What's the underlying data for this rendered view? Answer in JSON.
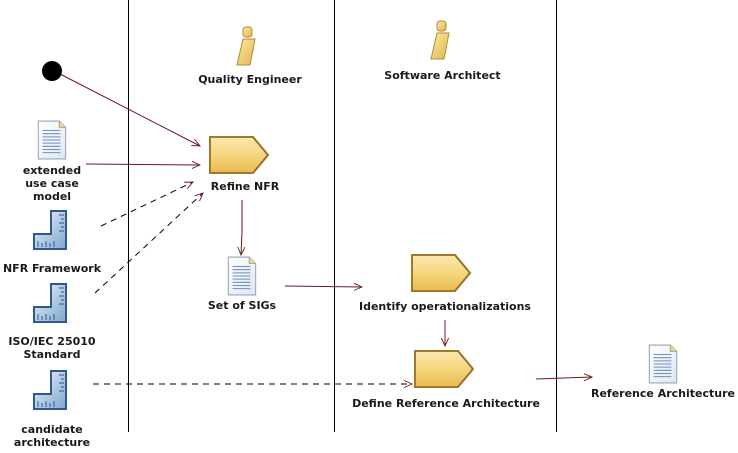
{
  "diagram": {
    "title": "",
    "lanes": [
      {
        "id": "lane-inputs",
        "label": ""
      },
      {
        "id": "lane-quality-engineer",
        "label": "Quality Engineer"
      },
      {
        "id": "lane-software-architect",
        "label": "Software Architect"
      },
      {
        "id": "lane-outputs",
        "label": ""
      }
    ],
    "roles": {
      "quality_engineer": "Quality Engineer",
      "software_architect": "Software Architect"
    },
    "start_node": {
      "label": ""
    },
    "inputs": {
      "extended_use_case_model": [
        "extended",
        "use case",
        "model"
      ],
      "nfr_framework": "NFR Framework",
      "iso_iec": [
        "ISO/IEC 25010",
        "Standard"
      ],
      "candidate_architecture": [
        "candidate",
        "architecture"
      ]
    },
    "activities": {
      "refine_nfr": "Refine NFR",
      "identify_operationalizations": "Identify operationalizations",
      "define_reference_architecture": "Define Reference Architecture"
    },
    "artifacts": {
      "set_of_sigs": "Set of SIGs",
      "reference_architecture": "Reference Architecture"
    },
    "edges": [
      {
        "from": "start",
        "to": "Refine NFR",
        "style": "solid"
      },
      {
        "from": "extended use case model",
        "to": "Refine NFR",
        "style": "solid"
      },
      {
        "from": "NFR Framework",
        "to": "Refine NFR",
        "style": "dashed"
      },
      {
        "from": "ISO/IEC 25010 Standard",
        "to": "Refine NFR",
        "style": "dashed"
      },
      {
        "from": "Refine NFR",
        "to": "Set of SIGs",
        "style": "solid"
      },
      {
        "from": "Set of SIGs",
        "to": "Identify operationalizations",
        "style": "solid"
      },
      {
        "from": "Identify operationalizations",
        "to": "Define Reference Architecture",
        "style": "solid"
      },
      {
        "from": "candidate architecture",
        "to": "Define Reference Architecture",
        "style": "dashed"
      },
      {
        "from": "Define Reference Architecture",
        "to": "Reference Architecture",
        "style": "solid"
      }
    ],
    "colors": {
      "flow_solid": "#6b1a1a",
      "flow_dashed": "#000000",
      "task_fill": "#f2cf6e",
      "task_border": "#a07a2a",
      "role_fill": "#f0cf70",
      "guidance_fill": "#8fb3d6"
    }
  }
}
